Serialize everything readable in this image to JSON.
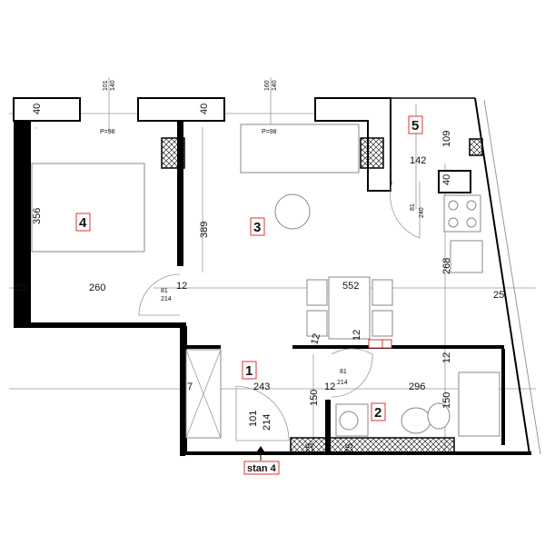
{
  "rooms": {
    "r1": "1",
    "r2": "2",
    "r3": "3",
    "r4": "4",
    "r5": "5"
  },
  "windows": {
    "w1_width": "101",
    "w1_height": "140",
    "w1_sill": "P=98",
    "w2_width": "160",
    "w2_height": "140",
    "w2_sill": "P=98"
  },
  "dimensions": {
    "wall_left": "40",
    "wall_mid": "40",
    "wall_kitchen": "40",
    "bedroom_depth": "356",
    "living_depth": "389",
    "bedroom_width": "260",
    "outer_left": "25",
    "partition_bed": "12",
    "living_width": "552",
    "kitchen_length": "268",
    "outer_right": "25",
    "balcony_width": "142",
    "balcony_depth": "109",
    "hall_left": "7",
    "hall_width": "243",
    "hall_partition": "12",
    "hall_depth": "150",
    "bath_width": "296",
    "bath_partition": "12",
    "bath_depth": "150",
    "bottom_1": "25",
    "bottom_2": "25",
    "dining_partition_a": "12",
    "dining_partition_b": "12"
  },
  "doors": {
    "bed_w": "81",
    "bed_h": "214",
    "balcony_w": "81",
    "balcony_h": "240",
    "bath_w": "81",
    "bath_h": "214",
    "entry_w": "101",
    "entry_h": "214"
  },
  "entrance_label": "stan 4"
}
